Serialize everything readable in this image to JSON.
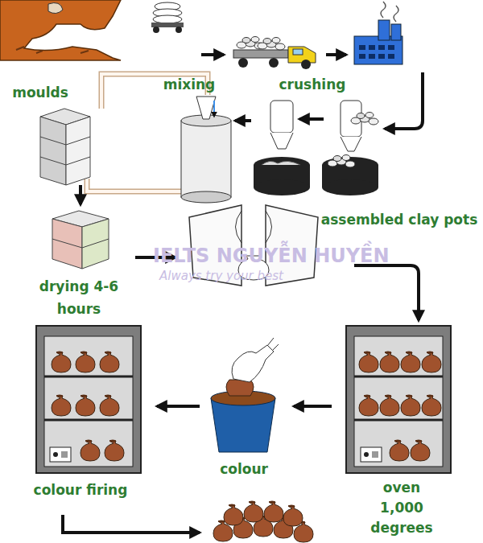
{
  "diagram": {
    "labels": [
      "moulds",
      "mixing",
      "crushing",
      "assembled clay pots",
      "drying 4-6 hours",
      "oven 1,000 degrees",
      "colour",
      "colour firing",
      "IELTS NGUYỄN HUYỀN",
      "Always try your best"
    ]
  }
}
